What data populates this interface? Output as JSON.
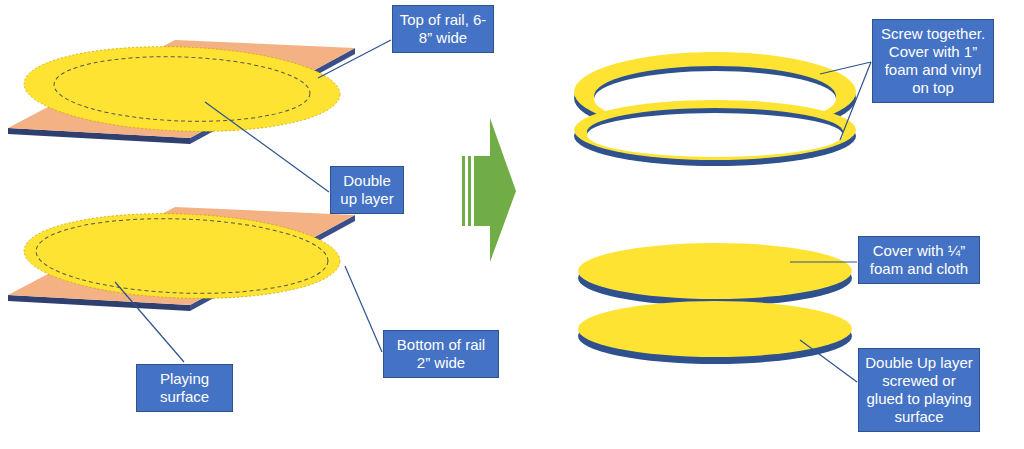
{
  "diagram": {
    "nodes": [
      {
        "text": [
          "Top of rail, 6-8” wide"
        ]
      },
      {
        "text": [
          "Double up layer"
        ]
      },
      {
        "text": [
          "Bottom of rail 2” wide"
        ]
      },
      {
        "text": [
          "Playing surface"
        ]
      },
      {
        "text": [
          "Screw together. Cover with 1” foam and vinyl on top"
        ]
      },
      {
        "text": [
          "Cover with ¼” foam and cloth"
        ]
      },
      {
        "text": [
          "Double Up layer screwed or glued to playing surface"
        ]
      }
    ]
  }
}
